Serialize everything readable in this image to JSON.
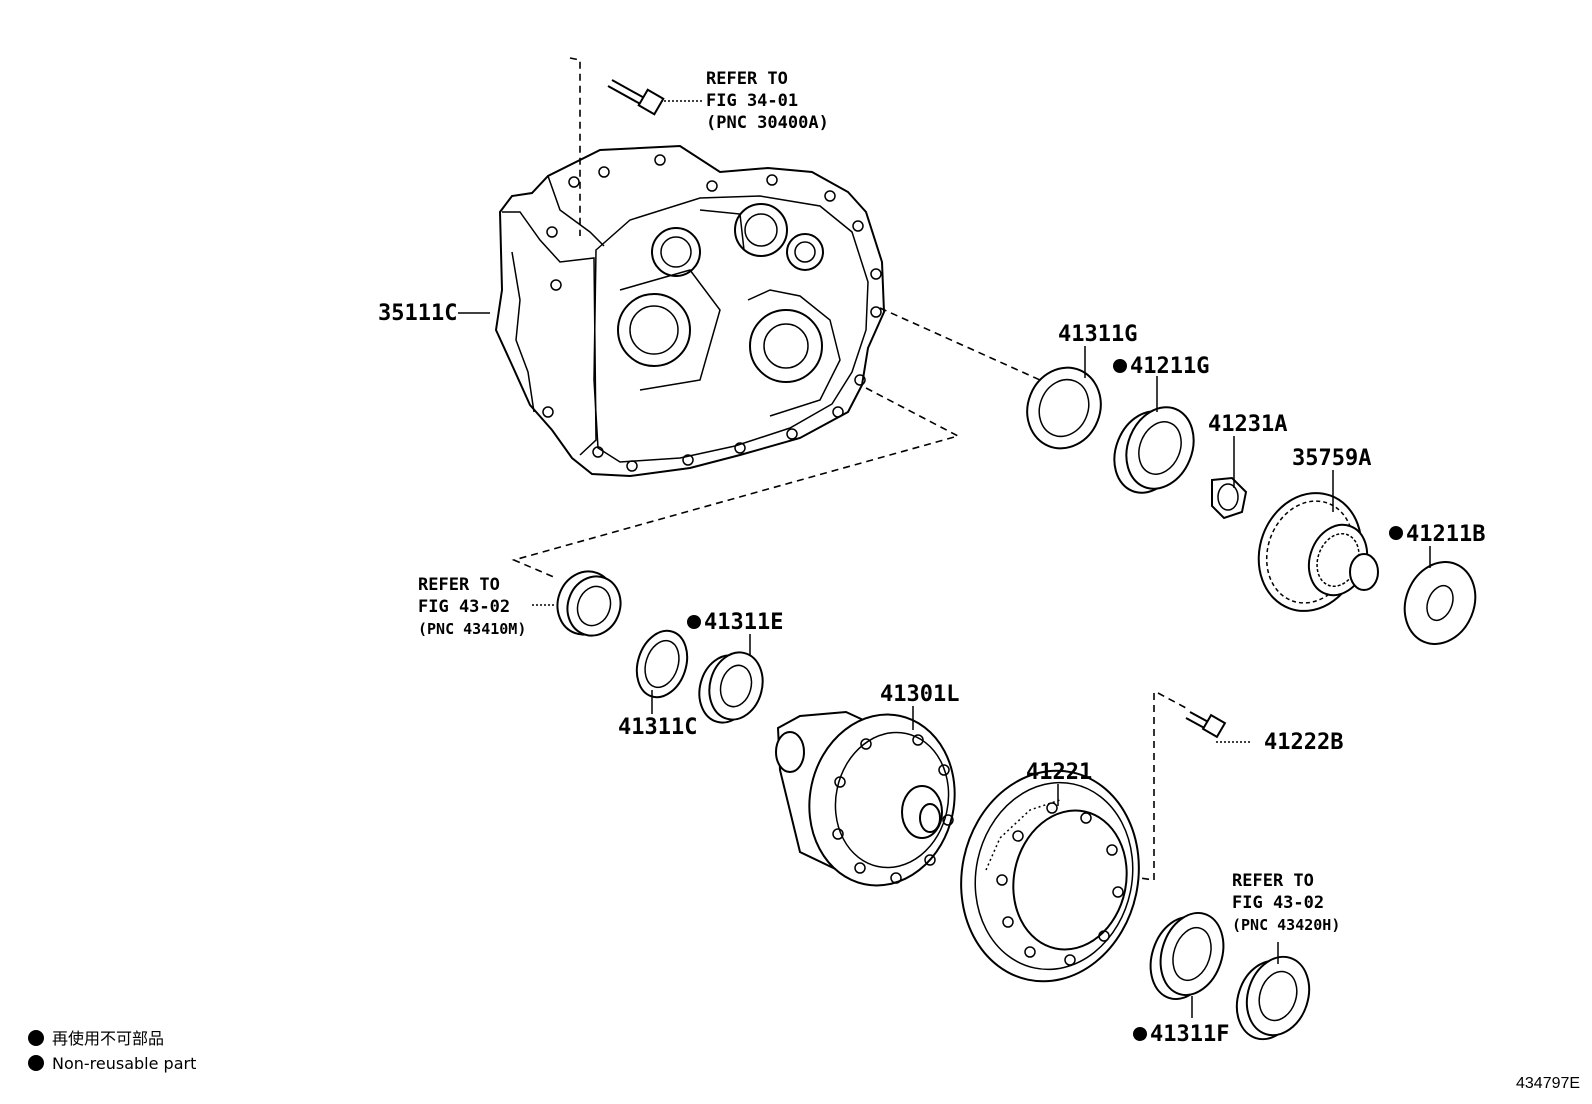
{
  "labels": {
    "housing": "35111C",
    "seal_g": "41311G",
    "bearing_g": "41211G",
    "nut": "41231A",
    "gear": "35759A",
    "bearing_b": "41211B",
    "seal_e": "41311E",
    "seal_c": "41311C",
    "case": "41301L",
    "ring_gear": "41221",
    "bolt": "41222B",
    "seal_f": "41311F"
  },
  "refs": {
    "top": {
      "l1": "REFER TO",
      "l2": "FIG 34-01",
      "l3": "(PNC 30400A)"
    },
    "left": {
      "l1": "REFER TO",
      "l2": "FIG 43-02",
      "l3": "(PNC 43410M)"
    },
    "right": {
      "l1": "REFER TO",
      "l2": "FIG 43-02",
      "l3": "(PNC 43420H)"
    }
  },
  "legend": {
    "jp": "再使用不可部品",
    "en": "Non-reusable part"
  },
  "figure_id": "434797E",
  "non_reusable_marked": [
    "41211G",
    "41211B",
    "41311E",
    "41311F"
  ]
}
